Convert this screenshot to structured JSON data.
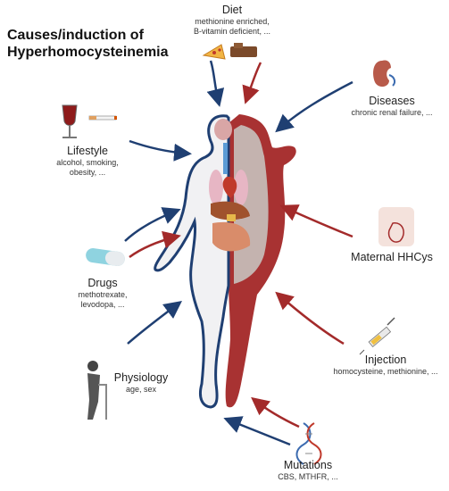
{
  "title": {
    "line1": "Causes/induction of",
    "line2": "Hyperhomocysteinemia"
  },
  "factors": {
    "diet": {
      "name": "Diet",
      "details": [
        "methionine enriched,",
        "B-vitamin deficient, ..."
      ]
    },
    "diseases": {
      "name": "Diseases",
      "details": [
        "chronic renal failure, ..."
      ]
    },
    "lifestyle": {
      "name": "Lifestyle",
      "details": [
        "alcohol, smoking,",
        "obesity, ..."
      ]
    },
    "maternal": {
      "name": "Maternal HHCys",
      "details": []
    },
    "drugs": {
      "name": "Drugs",
      "details": [
        "methotrexate,",
        "levodopa, ..."
      ]
    },
    "injection": {
      "name": "Injection",
      "details": [
        "homocysteine, methionine, ..."
      ]
    },
    "physiology": {
      "name": "Physiology",
      "details": [
        "age, sex"
      ]
    },
    "mutations": {
      "name": "Mutations",
      "details": [
        "CBS, MTHFR, ..."
      ]
    }
  },
  "colors": {
    "human_arrow": "#1f3f72",
    "rodent_arrow": "#a32a2a",
    "human_outline": "#1f3f72",
    "rodent_fill": "#a83232"
  }
}
